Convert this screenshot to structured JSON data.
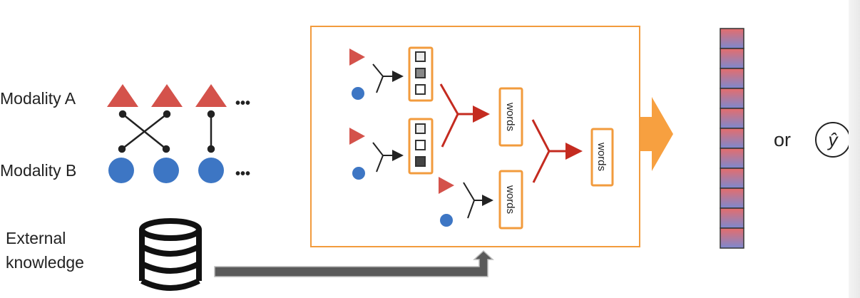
{
  "labels": {
    "modality_a": "Modality A",
    "modality_b": "Modality B",
    "external_line1": "External",
    "external_line2": "knowledge",
    "ellipsis": "•••",
    "words": "words",
    "or": "or",
    "y_hat": "ŷ"
  },
  "colors": {
    "triangle": "#d4524b",
    "circle": "#3d76c4",
    "box_border": "#f29b3d",
    "red_merge": "#c42b20",
    "arrow_orange": "#f7a040",
    "feature_top": "#e06a6a",
    "feature_bottom": "#7f8ad0",
    "gray_arrow": "#5a5a5a"
  },
  "icons": {
    "database": "database-icon",
    "hat": "y-hat-symbol"
  },
  "feature_vector_cells": 11
}
